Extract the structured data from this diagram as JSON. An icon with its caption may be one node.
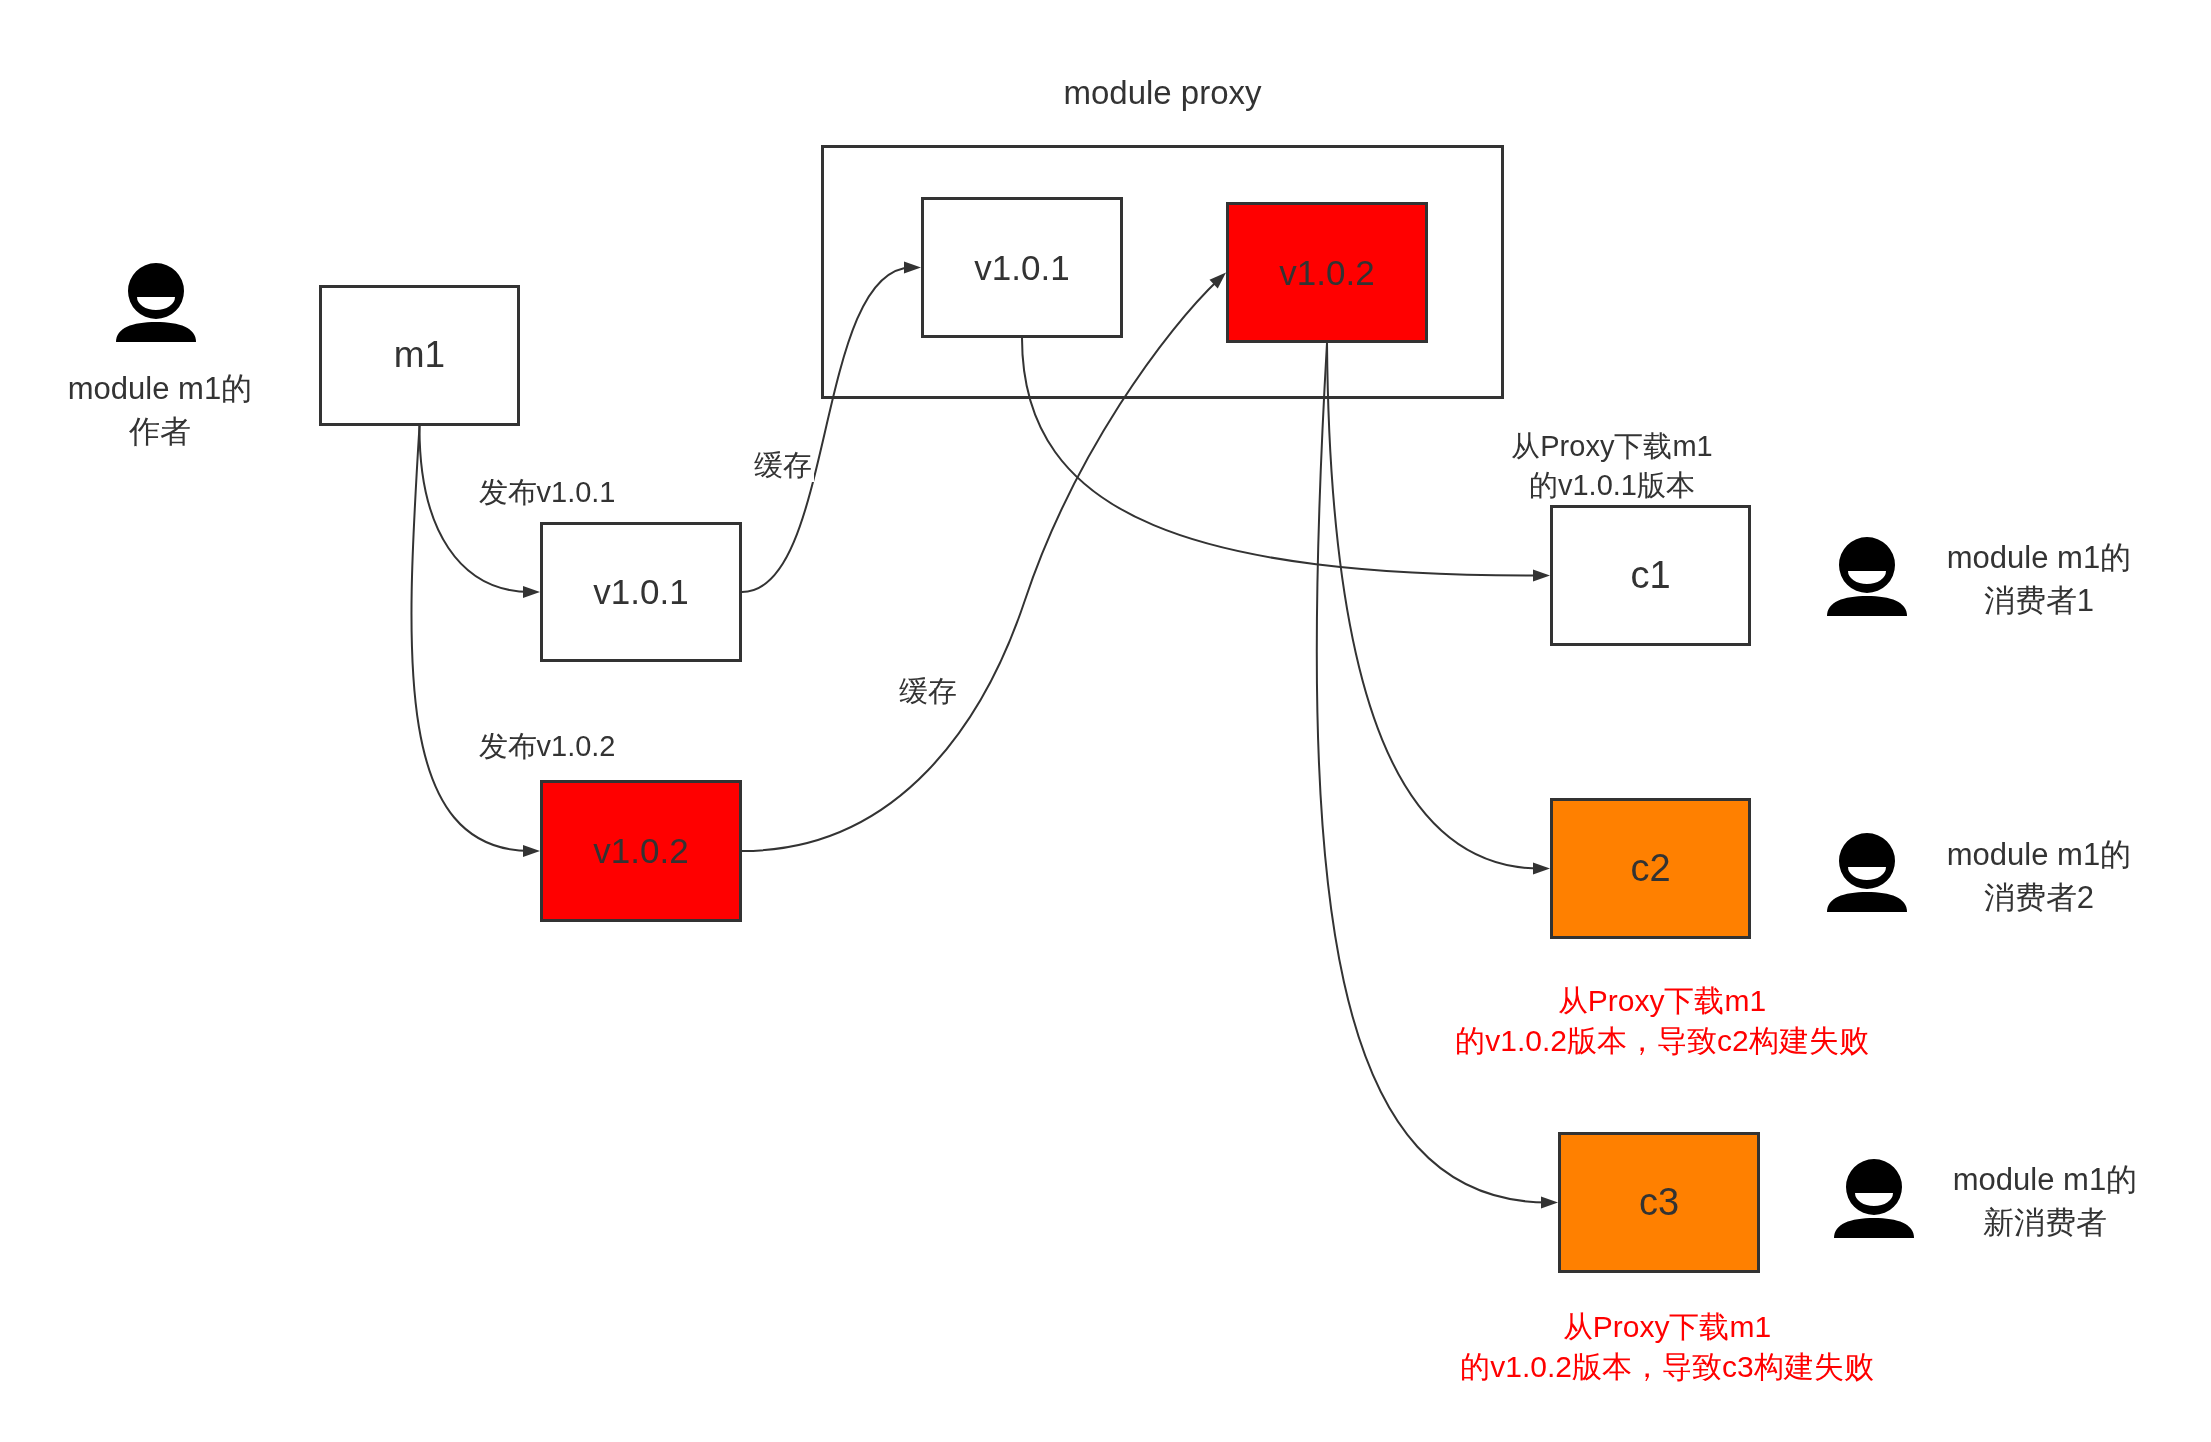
{
  "diagram": {
    "nodes": [
      {
        "text": [
          "m1"
        ]
      },
      {
        "text": [
          "module proxy"
        ]
      },
      {
        "text": [
          "v1.0.1"
        ],
        "in": 1
      },
      {
        "text": [
          "v1.0.2"
        ],
        "in": 1
      },
      {
        "text": [
          "v1.0.1"
        ]
      },
      {
        "text": [
          "c1"
        ],
        "beside": [
          "从Proxy下载m1的v1.0.1版本"
        ]
      },
      {
        "text": [
          "v1.0.2"
        ]
      },
      {
        "text": [
          "c2"
        ],
        "beside": [
          "从Proxy下载m1的v1.0.2版本，导致c2构建失败"
        ]
      },
      {
        "text": [
          "c3"
        ],
        "beside": [
          "从Proxy下载m1的v1.0.2版本，导致c3构建失败"
        ]
      }
    ],
    "edges": [
      {
        "from": 0,
        "to": 4,
        "arrow": "to",
        "label": "发布v1.0.1"
      },
      {
        "from": 0,
        "to": 6,
        "arrow": "to",
        "label": "发布v1.0.2"
      },
      {
        "from": 4,
        "to": 2,
        "arrow": "to",
        "label": "缓存"
      },
      {
        "from": 6,
        "to": 3,
        "arrow": "to",
        "label": "缓存"
      },
      {
        "from": 2,
        "to": 5,
        "arrow": "to"
      },
      {
        "from": 3,
        "to": 7,
        "arrow": "to"
      },
      {
        "from": 3,
        "to": 8,
        "arrow": "to"
      }
    ],
    "labels": [
      "module m1的作者",
      "module m1的消费者1",
      "module m1的消费者2",
      "module m1的新消费者"
    ]
  }
}
